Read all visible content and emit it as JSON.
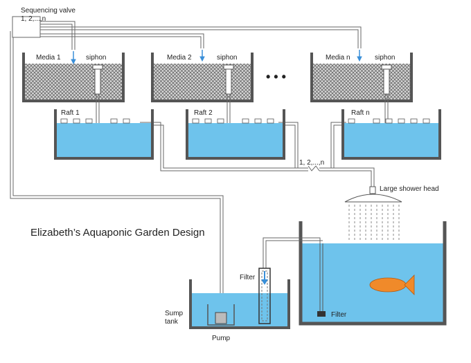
{
  "diagram": {
    "title": "Elizabeth’s Aquaponic Garden Design",
    "valve_label": "Sequencing valve",
    "valve_sequence": "1, 2,...,n",
    "media_beds": [
      {
        "label": "Media 1",
        "siphon": "siphon"
      },
      {
        "label": "Media 2",
        "siphon": "siphon"
      },
      {
        "label": "Media n",
        "siphon": "siphon"
      }
    ],
    "rafts": [
      {
        "label": "Raft 1"
      },
      {
        "label": "Raft 2"
      },
      {
        "label": "Raft n"
      }
    ],
    "ellipsis": "• • •",
    "return_sequence": "1, 2,...,n",
    "shower_head": "Large shower head",
    "sump_label_line1": "Sump",
    "sump_label_line2": "tank",
    "pump": "Pump",
    "sump_filter": "Filter",
    "fish_tank_filter": "Filter"
  },
  "colors": {
    "water": "#6ec3ec",
    "wall": "#555555",
    "media_fill": "#c8c8c8",
    "fish": "#f08a2a",
    "flow_arrow": "#3a8fd8"
  }
}
